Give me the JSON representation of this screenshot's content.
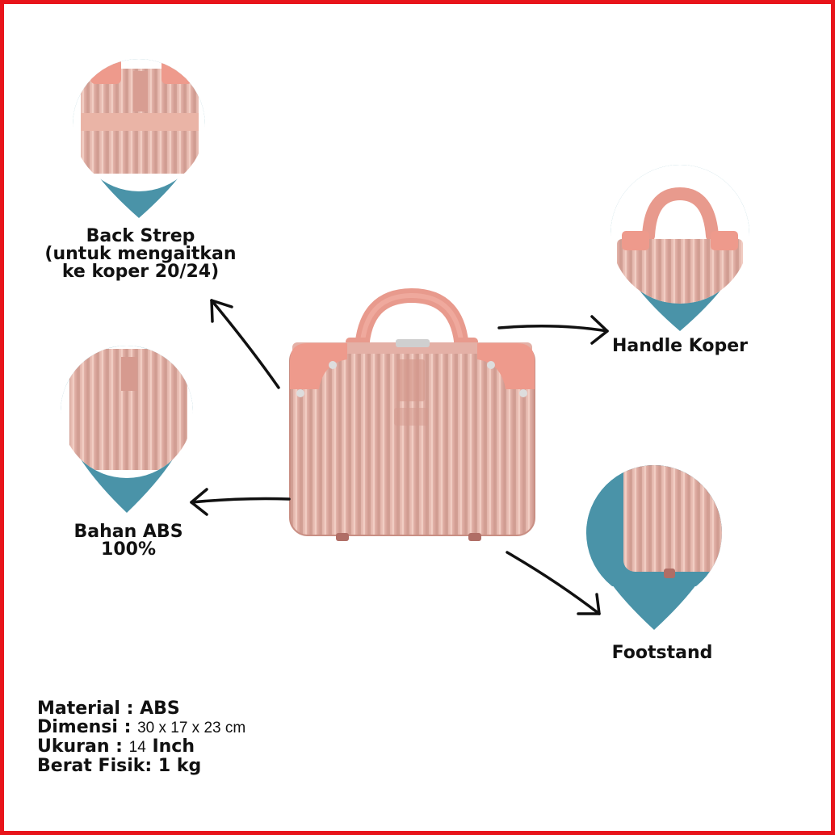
{
  "callouts": {
    "back_strap": {
      "lines": [
        "Back Strep",
        "(untuk mengaitkan",
        "ke koper 20/24)"
      ]
    },
    "handle": {
      "lines": [
        "Handle Koper"
      ]
    },
    "material": {
      "lines": [
        "Bahan ABS",
        "100%"
      ]
    },
    "footstand": {
      "lines": [
        "Footstand"
      ]
    }
  },
  "specs": {
    "material": {
      "label": "Material : ",
      "value": "ABS"
    },
    "dimension": {
      "label": "Dimensi : ",
      "value": "30 x 17 x 23 cm"
    },
    "size": {
      "label": "Ukuran : ",
      "value": "14",
      "unit": " Inch"
    },
    "weight": {
      "label": "Berat Fisik: ",
      "value": "1 kg"
    }
  },
  "colors": {
    "pin": "#4a93a8",
    "case_body": "#e2b3a9",
    "case_shadow": "#c98f84",
    "corner": "#ee9a8c",
    "border": "#e8141a"
  }
}
